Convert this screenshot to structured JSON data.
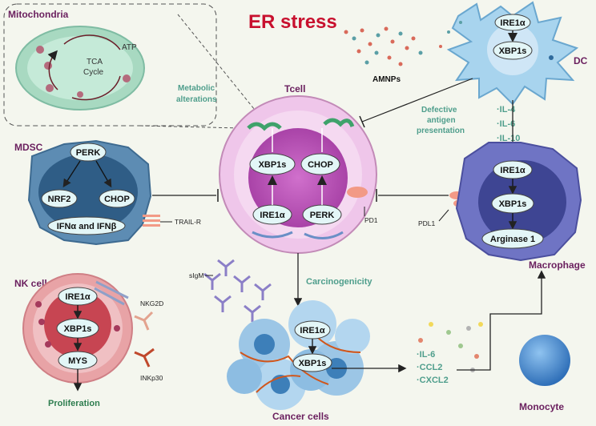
{
  "title": "ER stress",
  "labels": {
    "mitochondria": "Mitochondria",
    "tca_cycle_line1": "TCA",
    "tca_cycle_line2": "Cycle",
    "atp": "ATP",
    "metabolic_line1": "Metabolic",
    "metabolic_line2": "alterations",
    "tcell": "Tcell",
    "amnps": "AMNPs",
    "dc": "DC",
    "defective_line1": "Defective",
    "defective_line2": "antigen",
    "defective_line3": "presentation",
    "cytokines_dc": [
      "·IL-4",
      "·IL-6",
      "·IL-10"
    ],
    "mdsc": "MDSC",
    "trail_r": "TRAIL-R",
    "pd1": "PD1",
    "pdl1": "PDL1",
    "macrophage": "Macrophage",
    "nk_cell": "NK cell",
    "sigm": "sIgM",
    "nkg2d": "NKG2D",
    "inkp30": "INKp30",
    "proliferation": "Proliferation",
    "carcinogenicity": "Carcinogenicity",
    "cancer_cells": "Cancer cells",
    "cytokines_cancer": [
      "·IL-6",
      "·CCL2",
      "·CXCL2"
    ],
    "monocyte": "Monocyte"
  },
  "pills": {
    "dc_ire1a": "IRE1α",
    "dc_xbp1s": "XBP1s",
    "t_xbp1s": "XBP1s",
    "t_chop": "CHOP",
    "t_ire1a": "IRE1α",
    "t_perk": "PERK",
    "mdsc_perk": "PERK",
    "mdsc_nrf2": "NRF2",
    "mdsc_chop": "CHOP",
    "mdsc_ifn": "IFNα and IFNβ",
    "mac_ire1a": "IRE1α",
    "mac_xbp1s": "XBP1s",
    "mac_arginase": "Arginase 1",
    "nk_ire1a": "IRE1α",
    "nk_xbp1s": "XBP1s",
    "nk_mys": "MYS",
    "cc_ire1a": "IRE1α",
    "cc_xbp1s": "XBP1s"
  },
  "colors": {
    "title_red": "#c8102e",
    "label_purple": "#6a1f5e",
    "label_teal": "#4f9e8c",
    "pill_fill": "#e3f6f7",
    "tcell_outer": "#efc6ea",
    "tcell_nucleus": "#b84fb5",
    "mdsc_cell": "#5d8cb3",
    "macrophage_cell": "#6f74c4",
    "dc_cell": "#a8d4ee",
    "nk_outer": "#e8a3a6",
    "nk_nucleus": "#c74552",
    "cancer_cell": "#9cc6e6",
    "monocyte": "#3d7fc8"
  }
}
